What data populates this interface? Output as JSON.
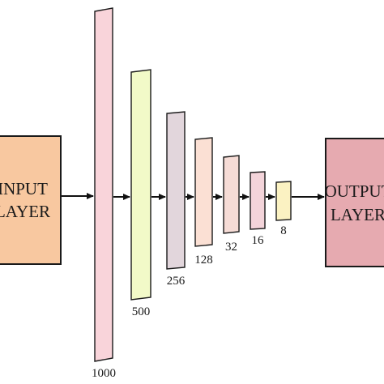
{
  "input_layer": {
    "line1": "INPUT",
    "line2": "LAYER",
    "fill": "#F8C8A0"
  },
  "output_layer": {
    "line1": "OUTPUT",
    "line2": "LAYER",
    "fill": "#E6AAB0"
  },
  "hidden_layers": [
    {
      "units": "1000",
      "fill": "#F9D4DA"
    },
    {
      "units": "500",
      "fill": "#F2FAC8"
    },
    {
      "units": "256",
      "fill": "#E2D6DC"
    },
    {
      "units": "128",
      "fill": "#FBE0D4"
    },
    {
      "units": "32",
      "fill": "#F6DCD6"
    },
    {
      "units": "16",
      "fill": "#F3D4DA"
    },
    {
      "units": "8",
      "fill": "#FBF2C2"
    }
  ],
  "colors": {
    "stroke": "#1a1a1a",
    "arrow": "#111111"
  }
}
